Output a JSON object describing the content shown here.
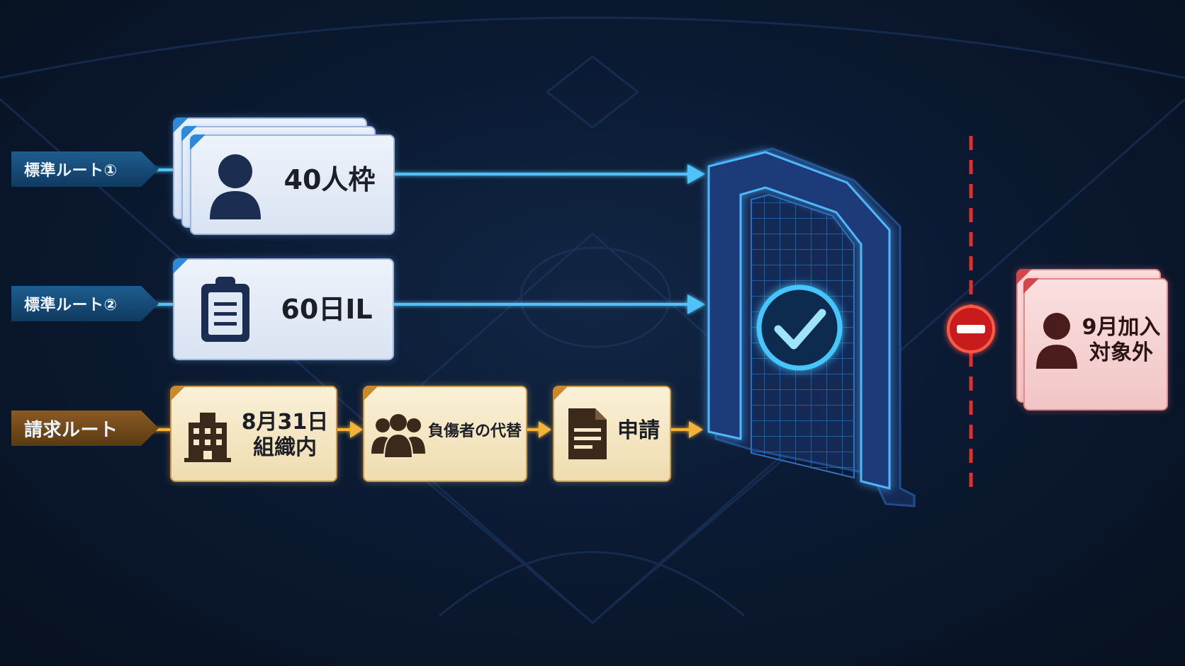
{
  "routes": {
    "standard1": {
      "label": "標準ルート①",
      "card_text": "40人枠",
      "icon": "person-icon"
    },
    "standard2": {
      "label": "標準ルート②",
      "card_text": "60日IL",
      "icon": "clipboard-icon"
    },
    "claim": {
      "label": "請求ルート",
      "steps": [
        {
          "line1": "8月31日",
          "line2": "組織内",
          "icon": "building-icon"
        },
        {
          "text": "負傷者の代替",
          "icon": "group-icon"
        },
        {
          "text": "申請",
          "icon": "document-icon"
        }
      ]
    }
  },
  "gate": {
    "icon": "checkmark-icon"
  },
  "excluded": {
    "line1": "9月加入",
    "line2": "対象外",
    "icon": "person-icon",
    "block_icon": "no-entry-icon"
  },
  "colors": {
    "blue_route": "#4fc3f7",
    "gold_route": "#f2b23a",
    "red_exclusion": "#e0302e",
    "gate_glow": "#3ab4ff"
  }
}
